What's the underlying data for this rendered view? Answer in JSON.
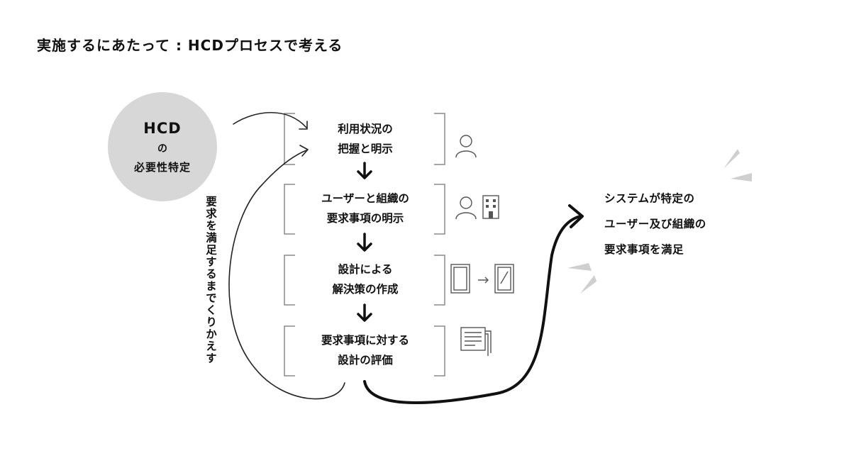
{
  "title": "実施するにあたって : HCDプロセスで考える",
  "hcd_circle": {
    "line1": "HCD",
    "line2": "の",
    "line3": "必要性特定"
  },
  "steps": [
    {
      "line1": "利用状況の",
      "line2": "把握と明示",
      "icon": "person-icon"
    },
    {
      "line1": "ユーザーと組織の",
      "line2": "要求事項の明示",
      "icon": "person-building-icon"
    },
    {
      "line1": "設計による",
      "line2": "解決策の作成",
      "icon": "design-transform-icon"
    },
    {
      "line1": "要求事項に対する",
      "line2": "設計の評価",
      "icon": "documents-icon"
    }
  ],
  "loop_label": "要求を満足するまでくりかえす",
  "result": {
    "line1": "システムが特定の",
    "line2": "ユーザー及び組織の",
    "line3": "要求事項を満足"
  },
  "colors": {
    "circle": "#d7d7d7",
    "line": "#222222",
    "icon": "#555555",
    "burst": "#d0d0d0"
  }
}
